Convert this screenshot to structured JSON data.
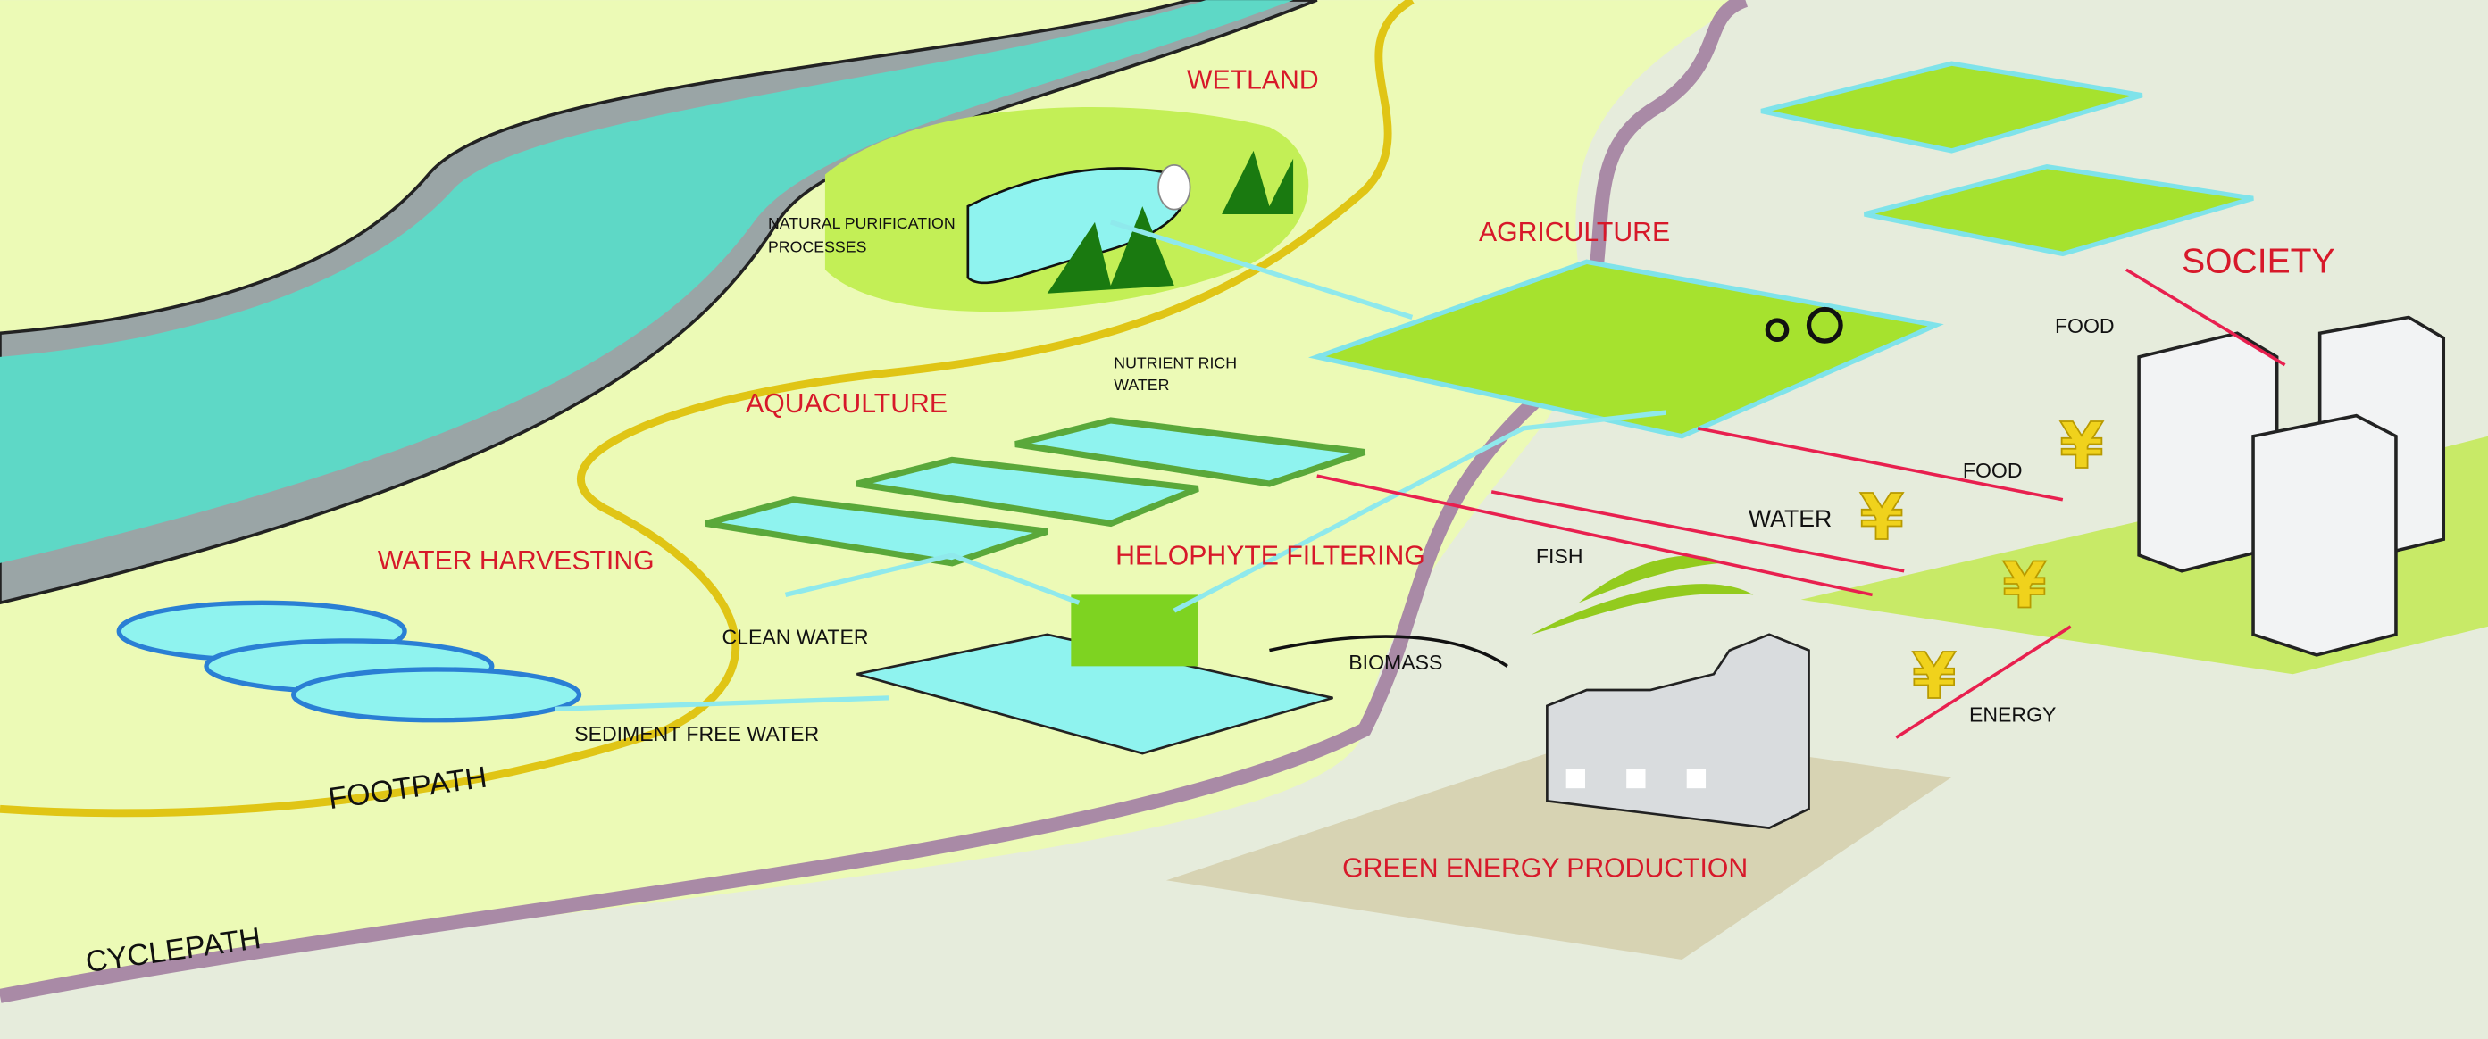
{
  "title": "Integrated water landscape diagram",
  "labels": {
    "wetland": "WETLAND",
    "natural_purification_1": "NATURAL PURIFICATION",
    "natural_purification_2": "PROCESSES",
    "agriculture": "AGRICULTURE",
    "society": "SOCIETY",
    "food_top": "FOOD",
    "nutrient_rich_1": "NUTRIENT RICH",
    "nutrient_rich_2": "WATER",
    "aquaculture": "AQUACULTURE",
    "food_mid": "FOOD",
    "water": "WATER",
    "fish": "FISH",
    "water_harvesting": "WATER HARVESTING",
    "helophyte_filtering": "HELOPHYTE FILTERING",
    "clean_water": "CLEAN WATER",
    "biomass": "BIOMASS",
    "energy": "ENERGY",
    "sediment_free_water": "SEDIMENT FREE WATER",
    "footpath": "FOOTPATH",
    "green_energy_production": "GREEN ENERGY PRODUCTION",
    "cyclepath": "CYCLEPATH"
  },
  "currency_symbol": "¥",
  "colors": {
    "label_red": "#d7192a",
    "river": "#5ed8c6",
    "footpath": "#e0c515",
    "cyclepath": "#a98aa6",
    "flow_arrow": "#e8204f",
    "water_link": "#8fe9ec"
  }
}
